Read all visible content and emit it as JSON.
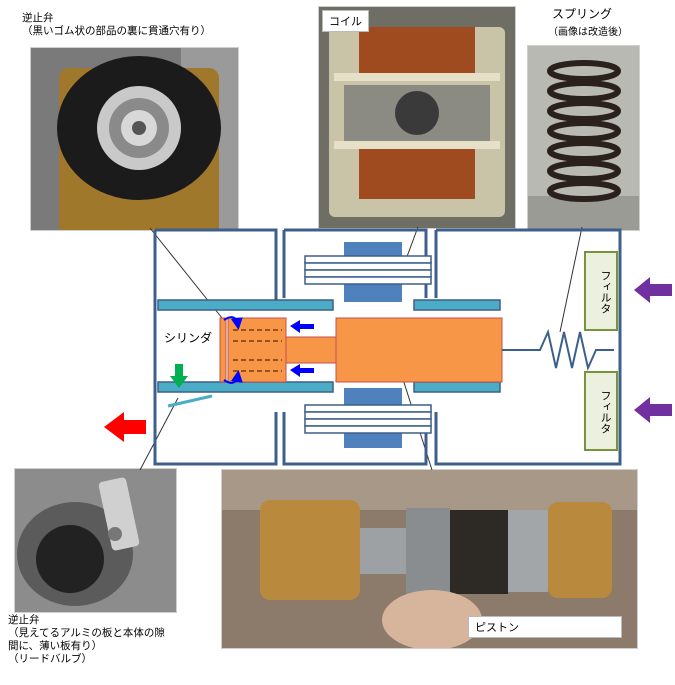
{
  "labels": {
    "check_valve_top": "逆止弁\n（黒いゴム状の部品の裏に貫通穴有り）",
    "coil": "コイル",
    "spring": "スプリング",
    "spring_note": "（画像は改造後）",
    "cylinder": "シリンダ",
    "filter_top": "フィルタ",
    "filter_bottom": "フィルタ",
    "check_valve_bottom": "逆止弁\n（見えてるアルミの板と本体の隙\n間に、薄い板有り）\n（リードバルブ）",
    "piston": "ピストン"
  },
  "colors": {
    "housing": "#3d5f8c",
    "cylinder_wall": "#4bacc6",
    "piston": "#f79646",
    "coil_core": "#4f81bd",
    "filter_fill": "#ebf1de",
    "filter_border": "#77933c",
    "arrow_flow": "#0000ff",
    "arrow_in": "#7030a0",
    "arrow_out": "#ff0000",
    "arrow_valve": "#00b050"
  }
}
